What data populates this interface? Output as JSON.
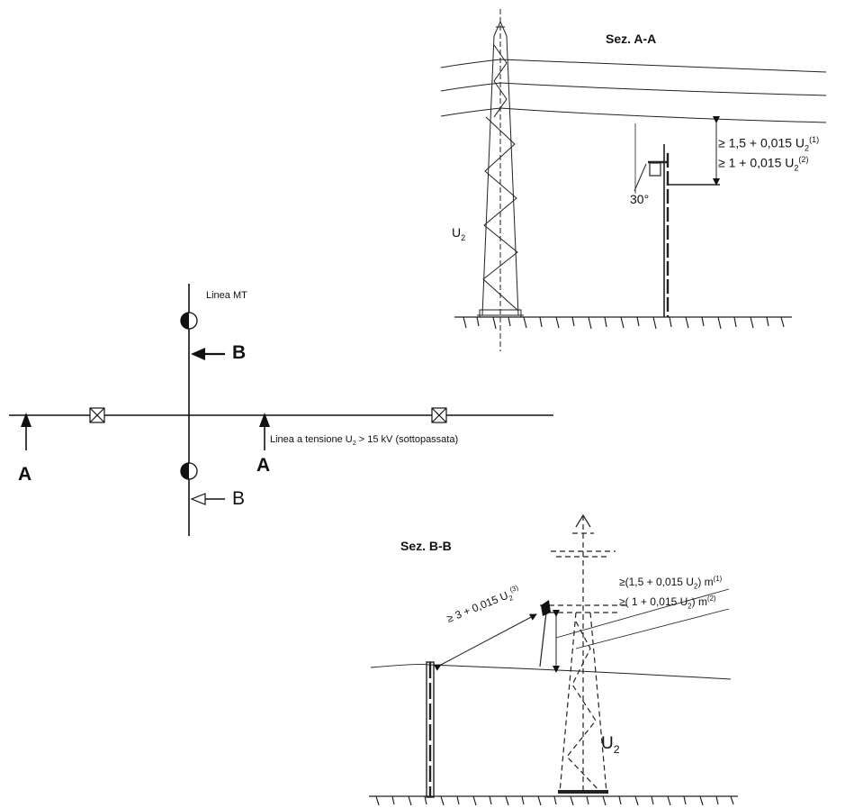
{
  "plan": {
    "line_mt_label": "Linea MT",
    "line_u2_label": "Linea a tensione U",
    "line_u2_sub": "2",
    "line_u2_rest": " > 15 kV (sottopassata)",
    "arrow_a": "A",
    "arrow_b": "B"
  },
  "section_aa": {
    "title": "Sez. A-A",
    "tower_label": "U",
    "tower_sub": "2",
    "angle": "30°",
    "clear1": {
      "prefix": "≥ 1,5 + 0,015 U",
      "sub": "2",
      "sup": "(1)"
    },
    "clear2": {
      "prefix": "≥  1  + 0,015 U",
      "sub": "2",
      "sup": "(2)"
    }
  },
  "section_bb": {
    "title": "Sez. B-B",
    "tower_label": "U",
    "tower_sub": "2",
    "diag": {
      "prefix": "≥ 3 + 0,015 U",
      "sub": "2",
      "sup": "(3)"
    },
    "clear1": {
      "prefix": "≥(1,5 + 0,015 U",
      "sub": "2",
      "suffix": ") m",
      "sup": "(1)"
    },
    "clear2": {
      "prefix": "≥(  1  + 0,015 U",
      "sub": "2",
      "suffix": ") m",
      "sup": "(2)"
    }
  }
}
